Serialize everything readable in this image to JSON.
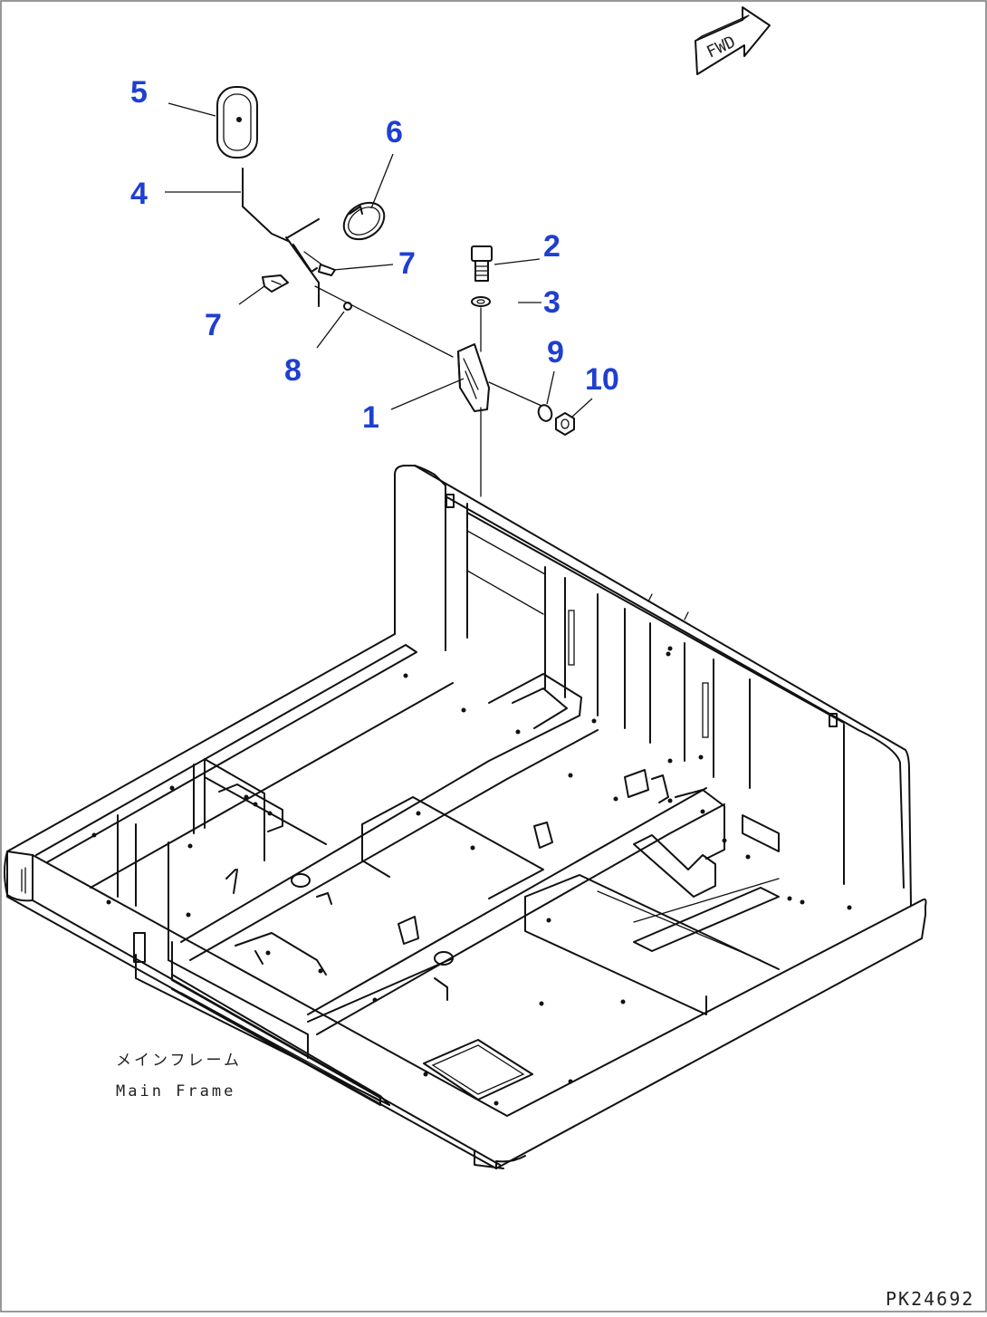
{
  "direction_marker": {
    "label": "FWD"
  },
  "callouts": [
    {
      "id": "callout-5",
      "label": "5"
    },
    {
      "id": "callout-4",
      "label": "4"
    },
    {
      "id": "callout-6",
      "label": "6"
    },
    {
      "id": "callout-7a",
      "label": "7"
    },
    {
      "id": "callout-7b",
      "label": "7"
    },
    {
      "id": "callout-8",
      "label": "8"
    },
    {
      "id": "callout-2",
      "label": "2"
    },
    {
      "id": "callout-3",
      "label": "3"
    },
    {
      "id": "callout-9",
      "label": "9"
    },
    {
      "id": "callout-10",
      "label": "10"
    },
    {
      "id": "callout-1",
      "label": "1"
    }
  ],
  "frame_caption": {
    "japanese": "メインフレーム",
    "english": "Main Frame"
  },
  "drawing_id": "PK24692"
}
